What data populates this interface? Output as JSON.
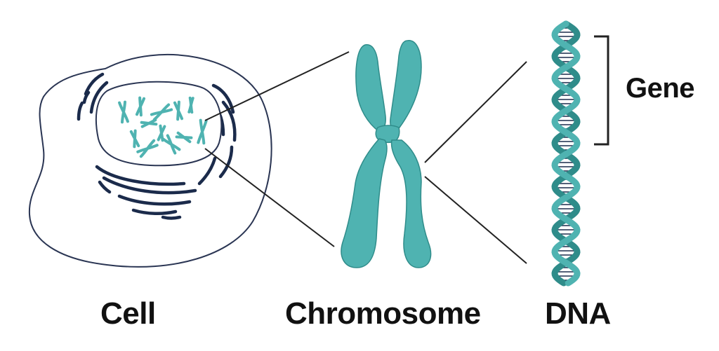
{
  "labels": {
    "cell": "Cell",
    "chromosome": "Chromosome",
    "dna": "DNA",
    "gene": "Gene"
  },
  "colors": {
    "teal": "#4fb3b1",
    "teal_dark": "#2f8c8a",
    "navy": "#1b2b4b",
    "outline": "#2a3553",
    "line": "#222222",
    "background": "#ffffff"
  }
}
